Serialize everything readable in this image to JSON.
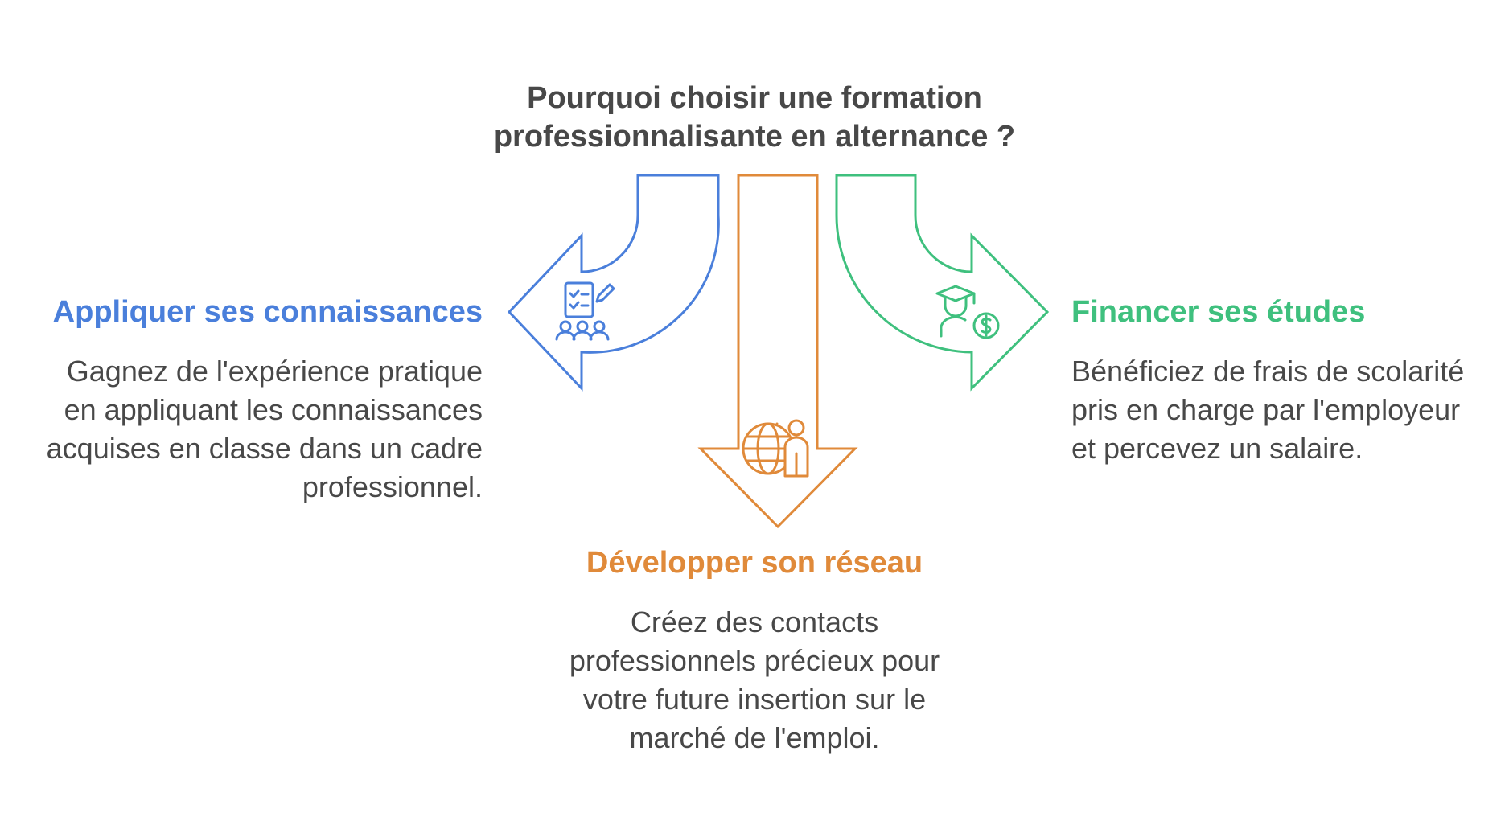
{
  "title": "Pourquoi choisir une formation professionnalisante en alternance ?",
  "colors": {
    "blue": "#4A7FDB",
    "orange": "#E08A3A",
    "green": "#3FC07E",
    "text": "#484848"
  },
  "branches": {
    "left": {
      "heading": "Appliquer ses connaissances",
      "text": "Gagnez de l'expérience pratique en appliquant les connaissances acquises en classe dans un cadre professionnel.",
      "icon": "checklist-team-icon"
    },
    "center": {
      "heading": "Développer son réseau",
      "text": "Créez des contacts professionnels précieux pour votre future insertion sur le marché de l'emploi.",
      "icon": "globe-person-icon"
    },
    "right": {
      "heading": "Financer ses études",
      "text": "Bénéficiez de frais de scolarité pris en charge par l'employeur et percevez un salaire.",
      "icon": "graduate-dollar-icon"
    }
  }
}
